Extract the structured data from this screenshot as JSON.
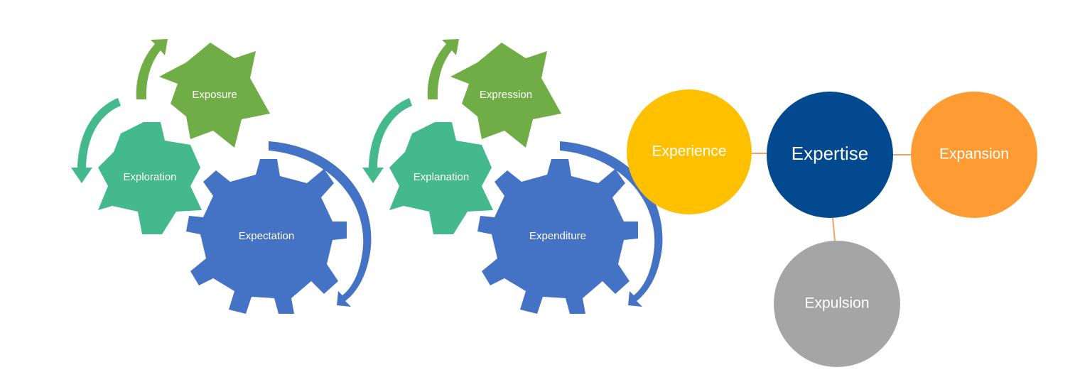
{
  "colors": {
    "gear_green": "#70AD47",
    "gear_teal": "#43B98D",
    "gear_blue": "#4472C4",
    "circle_gold": "#FFC000",
    "circle_navy": "#034990",
    "circle_orange": "#FF9B33",
    "circle_gray": "#A5A5A5",
    "connector": "#F4A261"
  },
  "gear_group_1": {
    "top": "Exposure",
    "left": "Exploration",
    "big": "Expectation"
  },
  "gear_group_2": {
    "top": "Expression",
    "left": "Explanation",
    "big": "Expenditure"
  },
  "circles": {
    "left": "Experience",
    "center": "Expertise",
    "right": "Expansion",
    "bottom": "Expulsion"
  }
}
